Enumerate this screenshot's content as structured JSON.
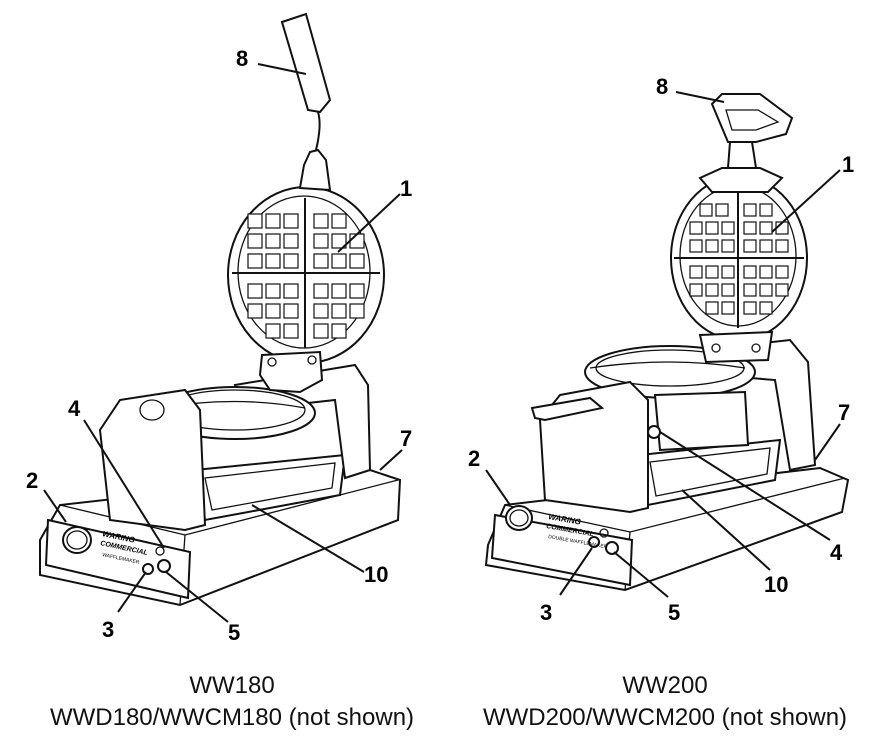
{
  "models": [
    {
      "caption_line1": "WW180",
      "caption_line2": "WWD180/WWCM180 (not shown)",
      "panel_brand_top": "WARING",
      "panel_brand_bottom": "COMMERCIAL",
      "panel_product": "WAFFLEMAKER",
      "callouts": [
        "8",
        "1",
        "4",
        "2",
        "7",
        "10",
        "3",
        "5"
      ]
    },
    {
      "caption_line1": "WW200",
      "caption_line2": "WWD200/WWCM200 (not shown)",
      "panel_brand_top": "WARING",
      "panel_brand_bottom": "COMMERCIAL",
      "panel_product": "DOUBLE WAFFLEMAKER",
      "callouts": [
        "8",
        "1",
        "7",
        "2",
        "4",
        "10",
        "3",
        "5"
      ]
    }
  ]
}
